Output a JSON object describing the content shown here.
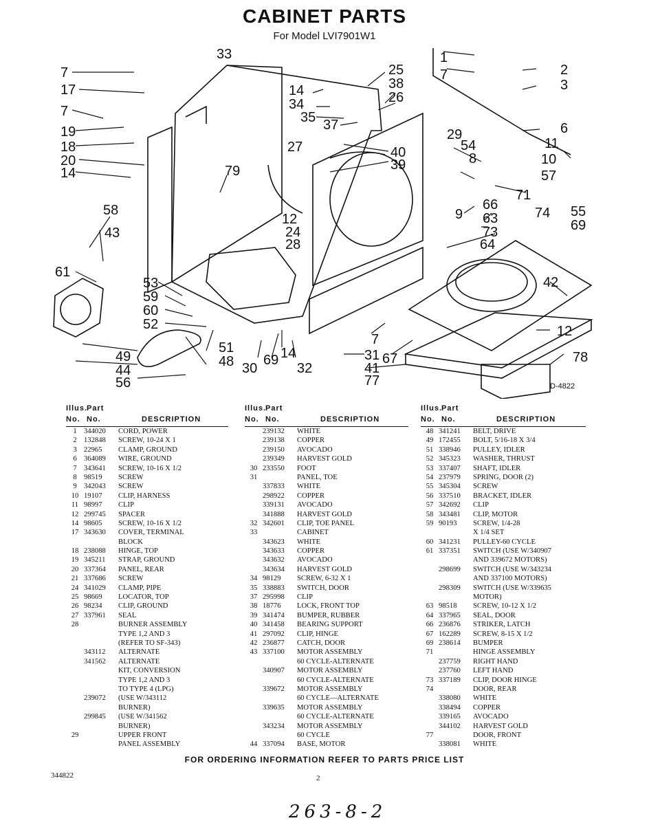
{
  "header": {
    "title": "CABINET PARTS",
    "subtitle": "For Model LVI7901W1"
  },
  "diagram": {
    "code": "D-4822",
    "callouts": [
      "33",
      "7",
      "17",
      "7",
      "19",
      "18",
      "20",
      "14",
      "25",
      "38",
      "26",
      "14",
      "34",
      "35",
      "37",
      "27",
      "79",
      "40",
      "39",
      "29",
      "54",
      "1",
      "7",
      "2",
      "3",
      "6",
      "11",
      "10",
      "8",
      "57",
      "71",
      "9",
      "66",
      "63",
      "73",
      "64",
      "74",
      "55",
      "69",
      "58",
      "43",
      "61",
      "12",
      "24",
      "28",
      "53",
      "59",
      "60",
      "52",
      "51",
      "48",
      "49",
      "44",
      "56",
      "30",
      "69",
      "14",
      "32",
      "7",
      "31",
      "41",
      "77",
      "67",
      "42",
      "12",
      "78"
    ]
  },
  "table_headers": {
    "illus": "Illus.",
    "no": "No.",
    "part": "Part",
    "desc": "DESCRIPTION"
  },
  "columns": [
    [
      {
        "illus": "1",
        "part": "344020",
        "desc": "Cord, Power"
      },
      {
        "illus": "2",
        "part": "132848",
        "desc": "Screw, 10-24 x 1"
      },
      {
        "illus": "3",
        "part": "22965",
        "desc": "Clamp, Ground"
      },
      {
        "illus": "6",
        "part": "364089",
        "desc": "Wire, Ground"
      },
      {
        "illus": "7",
        "part": "343641",
        "desc": "Screw, 10-16 x 1/2"
      },
      {
        "illus": "8",
        "part": "98519",
        "desc": "Screw"
      },
      {
        "illus": "9",
        "part": "342043",
        "desc": "Screw"
      },
      {
        "illus": "10",
        "part": "19107",
        "desc": "Clip, Harness"
      },
      {
        "illus": "11",
        "part": "98997",
        "desc": "Clip"
      },
      {
        "illus": "12",
        "part": "299745",
        "desc": "Spacer"
      },
      {
        "illus": "14",
        "part": "98605",
        "desc": "Screw, 10-16 x 1/2"
      },
      {
        "illus": "17",
        "part": "343630",
        "desc": "Cover, Terminal"
      },
      {
        "illus": "",
        "part": "",
        "desc": "Block"
      },
      {
        "illus": "18",
        "part": "238088",
        "desc": "Hinge, Top"
      },
      {
        "illus": "19",
        "part": "345211",
        "desc": "Strap, Ground"
      },
      {
        "illus": "20",
        "part": "337364",
        "desc": "Panel, Rear"
      },
      {
        "illus": "21",
        "part": "337686",
        "desc": "Screw"
      },
      {
        "illus": "24",
        "part": "341029",
        "desc": "Clamp, Pipe"
      },
      {
        "illus": "25",
        "part": "98669",
        "desc": "Locator, Top"
      },
      {
        "illus": "26",
        "part": "98234",
        "desc": "Clip, Ground"
      },
      {
        "illus": "27",
        "part": "337961",
        "desc": "Seal"
      },
      {
        "illus": "28",
        "part": "",
        "desc": "Burner Assembly"
      },
      {
        "illus": "",
        "part": "",
        "desc": "Type 1,2 and 3"
      },
      {
        "illus": "",
        "part": "",
        "desc": "(Refer to SF-343)"
      },
      {
        "illus": "",
        "part": "343112",
        "desc": "Alternate"
      },
      {
        "illus": "",
        "part": "341562",
        "desc": "Alternate"
      },
      {
        "illus": "",
        "part": "",
        "desc": "Kit, Conversion"
      },
      {
        "illus": "",
        "part": "",
        "desc": "Type 1,2 and 3"
      },
      {
        "illus": "",
        "part": "",
        "desc": "to Type 4 (LPG)"
      },
      {
        "illus": "",
        "part": "239072",
        "desc": "(Use w/343112"
      },
      {
        "illus": "",
        "part": "",
        "desc": "Burner)"
      },
      {
        "illus": "",
        "part": "299845",
        "desc": "(Use w/341562"
      },
      {
        "illus": "",
        "part": "",
        "desc": "Burner)"
      },
      {
        "illus": "29",
        "part": "",
        "desc": "Upper Front"
      },
      {
        "illus": "",
        "part": "",
        "desc": "Panel Assembly"
      }
    ],
    [
      {
        "illus": "",
        "part": "239132",
        "desc": "White"
      },
      {
        "illus": "",
        "part": "239138",
        "desc": "Copper"
      },
      {
        "illus": "",
        "part": "239150",
        "desc": "Avocado"
      },
      {
        "illus": "",
        "part": "239349",
        "desc": "Harvest Gold"
      },
      {
        "illus": "30",
        "part": "233550",
        "desc": "Foot"
      },
      {
        "illus": "31",
        "part": "",
        "desc": "Panel, Toe"
      },
      {
        "illus": "",
        "part": "337833",
        "desc": "White"
      },
      {
        "illus": "",
        "part": "298922",
        "desc": "Copper"
      },
      {
        "illus": "",
        "part": "339131",
        "desc": "Avocado"
      },
      {
        "illus": "",
        "part": "341888",
        "desc": "Harvest Gold"
      },
      {
        "illus": "32",
        "part": "342601",
        "desc": "Clip, Toe Panel"
      },
      {
        "illus": "33",
        "part": "",
        "desc": "Cabinet"
      },
      {
        "illus": "",
        "part": "343623",
        "desc": "White"
      },
      {
        "illus": "",
        "part": "343633",
        "desc": "Copper"
      },
      {
        "illus": "",
        "part": "343632",
        "desc": "Avocado"
      },
      {
        "illus": "",
        "part": "343634",
        "desc": "Harvest Gold"
      },
      {
        "illus": "34",
        "part": "98129",
        "desc": "Screw, 6-32 x 1"
      },
      {
        "illus": "35",
        "part": "338883",
        "desc": "Switch, Door"
      },
      {
        "illus": "37",
        "part": "295998",
        "desc": "Clip"
      },
      {
        "illus": "38",
        "part": "18776",
        "desc": "Lock, Front Top"
      },
      {
        "illus": "39",
        "part": "341474",
        "desc": "Bumper, Rubber"
      },
      {
        "illus": "40",
        "part": "341458",
        "desc": "Bearing Support"
      },
      {
        "illus": "41",
        "part": "297092",
        "desc": "Clip, Hinge"
      },
      {
        "illus": "42",
        "part": "236877",
        "desc": "Catch, Door"
      },
      {
        "illus": "43",
        "part": "337100",
        "desc": "Motor Assembly"
      },
      {
        "illus": "",
        "part": "",
        "desc": "60 Cycle-Alternate"
      },
      {
        "illus": "",
        "part": "340907",
        "desc": "Motor Assembly"
      },
      {
        "illus": "",
        "part": "",
        "desc": "60 Cycle-Alternate"
      },
      {
        "illus": "",
        "part": "339672",
        "desc": "Motor Assembly"
      },
      {
        "illus": "",
        "part": "",
        "desc": "60 Cycle—Alternate"
      },
      {
        "illus": "",
        "part": "339635",
        "desc": "Motor Assembly"
      },
      {
        "illus": "",
        "part": "",
        "desc": "60 Cycle-Alternate"
      },
      {
        "illus": "",
        "part": "343234",
        "desc": "Motor Assembly"
      },
      {
        "illus": "",
        "part": "",
        "desc": "60 Cycle"
      },
      {
        "illus": "44",
        "part": "337094",
        "desc": "Base, Motor"
      }
    ],
    [
      {
        "illus": "48",
        "part": "341241",
        "desc": "Belt, Drive"
      },
      {
        "illus": "49",
        "part": "172455",
        "desc": "Bolt, 5/16-18 x 3/4"
      },
      {
        "illus": "51",
        "part": "338946",
        "desc": "Pulley, Idler"
      },
      {
        "illus": "52",
        "part": "345323",
        "desc": "Washer, Thrust"
      },
      {
        "illus": "53",
        "part": "337407",
        "desc": "Shaft, Idler"
      },
      {
        "illus": "54",
        "part": "237979",
        "desc": "Spring, Door (2)"
      },
      {
        "illus": "55",
        "part": "345304",
        "desc": "Screw"
      },
      {
        "illus": "56",
        "part": "337510",
        "desc": "Bracket, Idler"
      },
      {
        "illus": "57",
        "part": "342692",
        "desc": "Clip"
      },
      {
        "illus": "58",
        "part": "343481",
        "desc": "Clip, Motor"
      },
      {
        "illus": "59",
        "part": "90193",
        "desc": "Screw, 1/4-28"
      },
      {
        "illus": "",
        "part": "",
        "desc": "x 1/4 Set"
      },
      {
        "illus": "60",
        "part": "341231",
        "desc": "Pulley-60 Cycle"
      },
      {
        "illus": "61",
        "part": "337351",
        "desc": "Switch (Use w/340907"
      },
      {
        "illus": "",
        "part": "",
        "desc": "and 339672 Motors)"
      },
      {
        "illus": "",
        "part": "298699",
        "desc": "Switch (Use w/343234"
      },
      {
        "illus": "",
        "part": "",
        "desc": "and 337100 Motors)"
      },
      {
        "illus": "",
        "part": "298309",
        "desc": "Switch (Use w/339635"
      },
      {
        "illus": "",
        "part": "",
        "desc": "Motor)"
      },
      {
        "illus": "63",
        "part": "98518",
        "desc": "Screw, 10-12 x 1/2"
      },
      {
        "illus": "64",
        "part": "337965",
        "desc": "Seal, Door"
      },
      {
        "illus": "66",
        "part": "236876",
        "desc": "Striker, Latch"
      },
      {
        "illus": "67",
        "part": "162289",
        "desc": "Screw, 8-15 x 1/2"
      },
      {
        "illus": "69",
        "part": "238614",
        "desc": "Bumper"
      },
      {
        "illus": "71",
        "part": "",
        "desc": "Hinge Assembly"
      },
      {
        "illus": "",
        "part": "237759",
        "desc": "Right Hand"
      },
      {
        "illus": "",
        "part": "237760",
        "desc": "Left Hand"
      },
      {
        "illus": "73",
        "part": "337189",
        "desc": "Clip, Door Hinge"
      },
      {
        "illus": "74",
        "part": "",
        "desc": "Door, Rear"
      },
      {
        "illus": "",
        "part": "338080",
        "desc": "White"
      },
      {
        "illus": "",
        "part": "338494",
        "desc": "Copper"
      },
      {
        "illus": "",
        "part": "339165",
        "desc": "Avocado"
      },
      {
        "illus": "",
        "part": "344102",
        "desc": "Harvest Gold"
      },
      {
        "illus": "77",
        "part": "",
        "desc": "Door, Front"
      },
      {
        "illus": "",
        "part": "338081",
        "desc": "White"
      }
    ]
  ],
  "footer": {
    "ordering": "FOR ORDERING INFORMATION REFER TO PARTS PRICE LIST",
    "doc_number": "344822",
    "page_number": "2",
    "handwritten": "263-8-2"
  }
}
